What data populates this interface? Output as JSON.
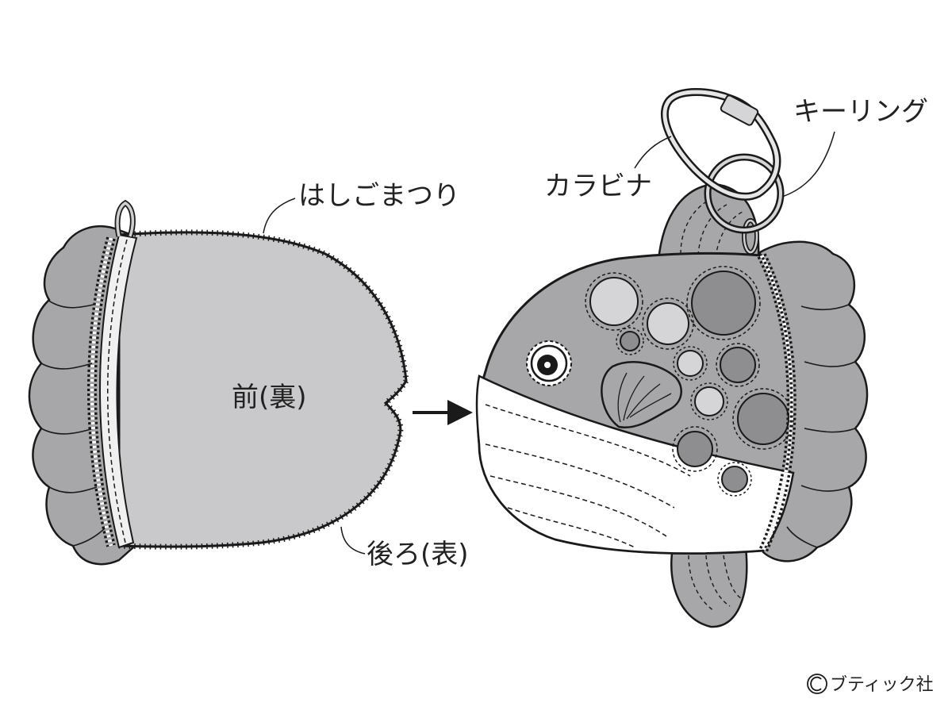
{
  "labels": {
    "ladder_stitch": "はしごまつり",
    "front_wrong_side": "前(裏)",
    "back_right_side": "後ろ(表)",
    "carabiner": "カラビナ",
    "key_ring": "キーリング"
  },
  "copyright": "ブティック社",
  "colors": {
    "fabric_gray": "#c9c9cb",
    "fin_gray": "#a7a7a9",
    "spot_dark": "#8e8e90",
    "spot_light": "#d5d5d7",
    "belly_white": "#ffffff",
    "outline": "#1a1a1a"
  },
  "icons": [
    "arrow-right-icon",
    "copyright-icon"
  ]
}
